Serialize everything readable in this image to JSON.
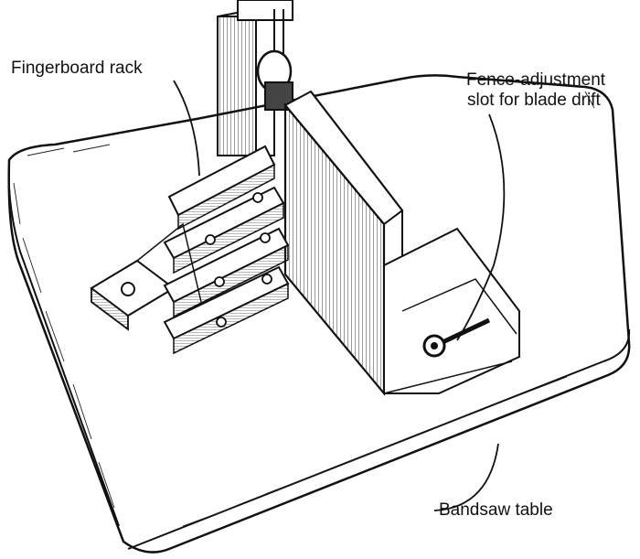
{
  "labels": {
    "fingerboard_rack": "Fingerboard rack",
    "fence_adjustment_line1": "Fence-adjustment",
    "fence_adjustment_line2": "slot for blade drift",
    "bandsaw_table": "Bandsaw table"
  },
  "colors": {
    "ink": "#111111",
    "background": "#ffffff",
    "wood_shade": "#3a3a3a"
  }
}
